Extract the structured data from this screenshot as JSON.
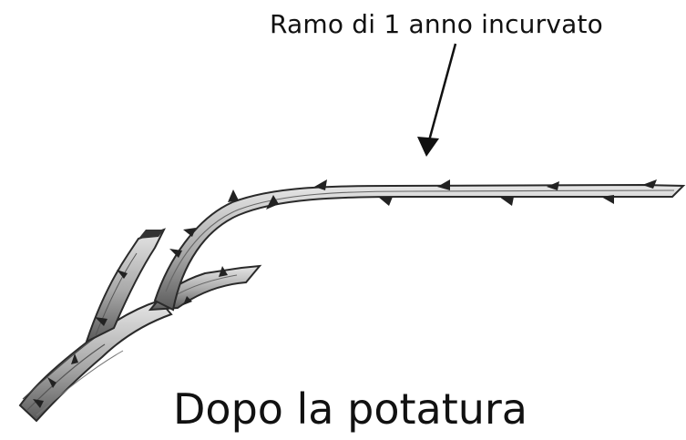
{
  "annotation": {
    "label": "Ramo di 1 anno incurvato"
  },
  "caption": "Dopo la potatura",
  "icons": {
    "branch": "curved-branch-illustration",
    "arrow": "arrow-down-icon"
  },
  "colors": {
    "ink": "#111111",
    "bark_light": "#d9d9d9",
    "bark_mid": "#9a9a9a",
    "bark_dark": "#3a3a3a"
  }
}
